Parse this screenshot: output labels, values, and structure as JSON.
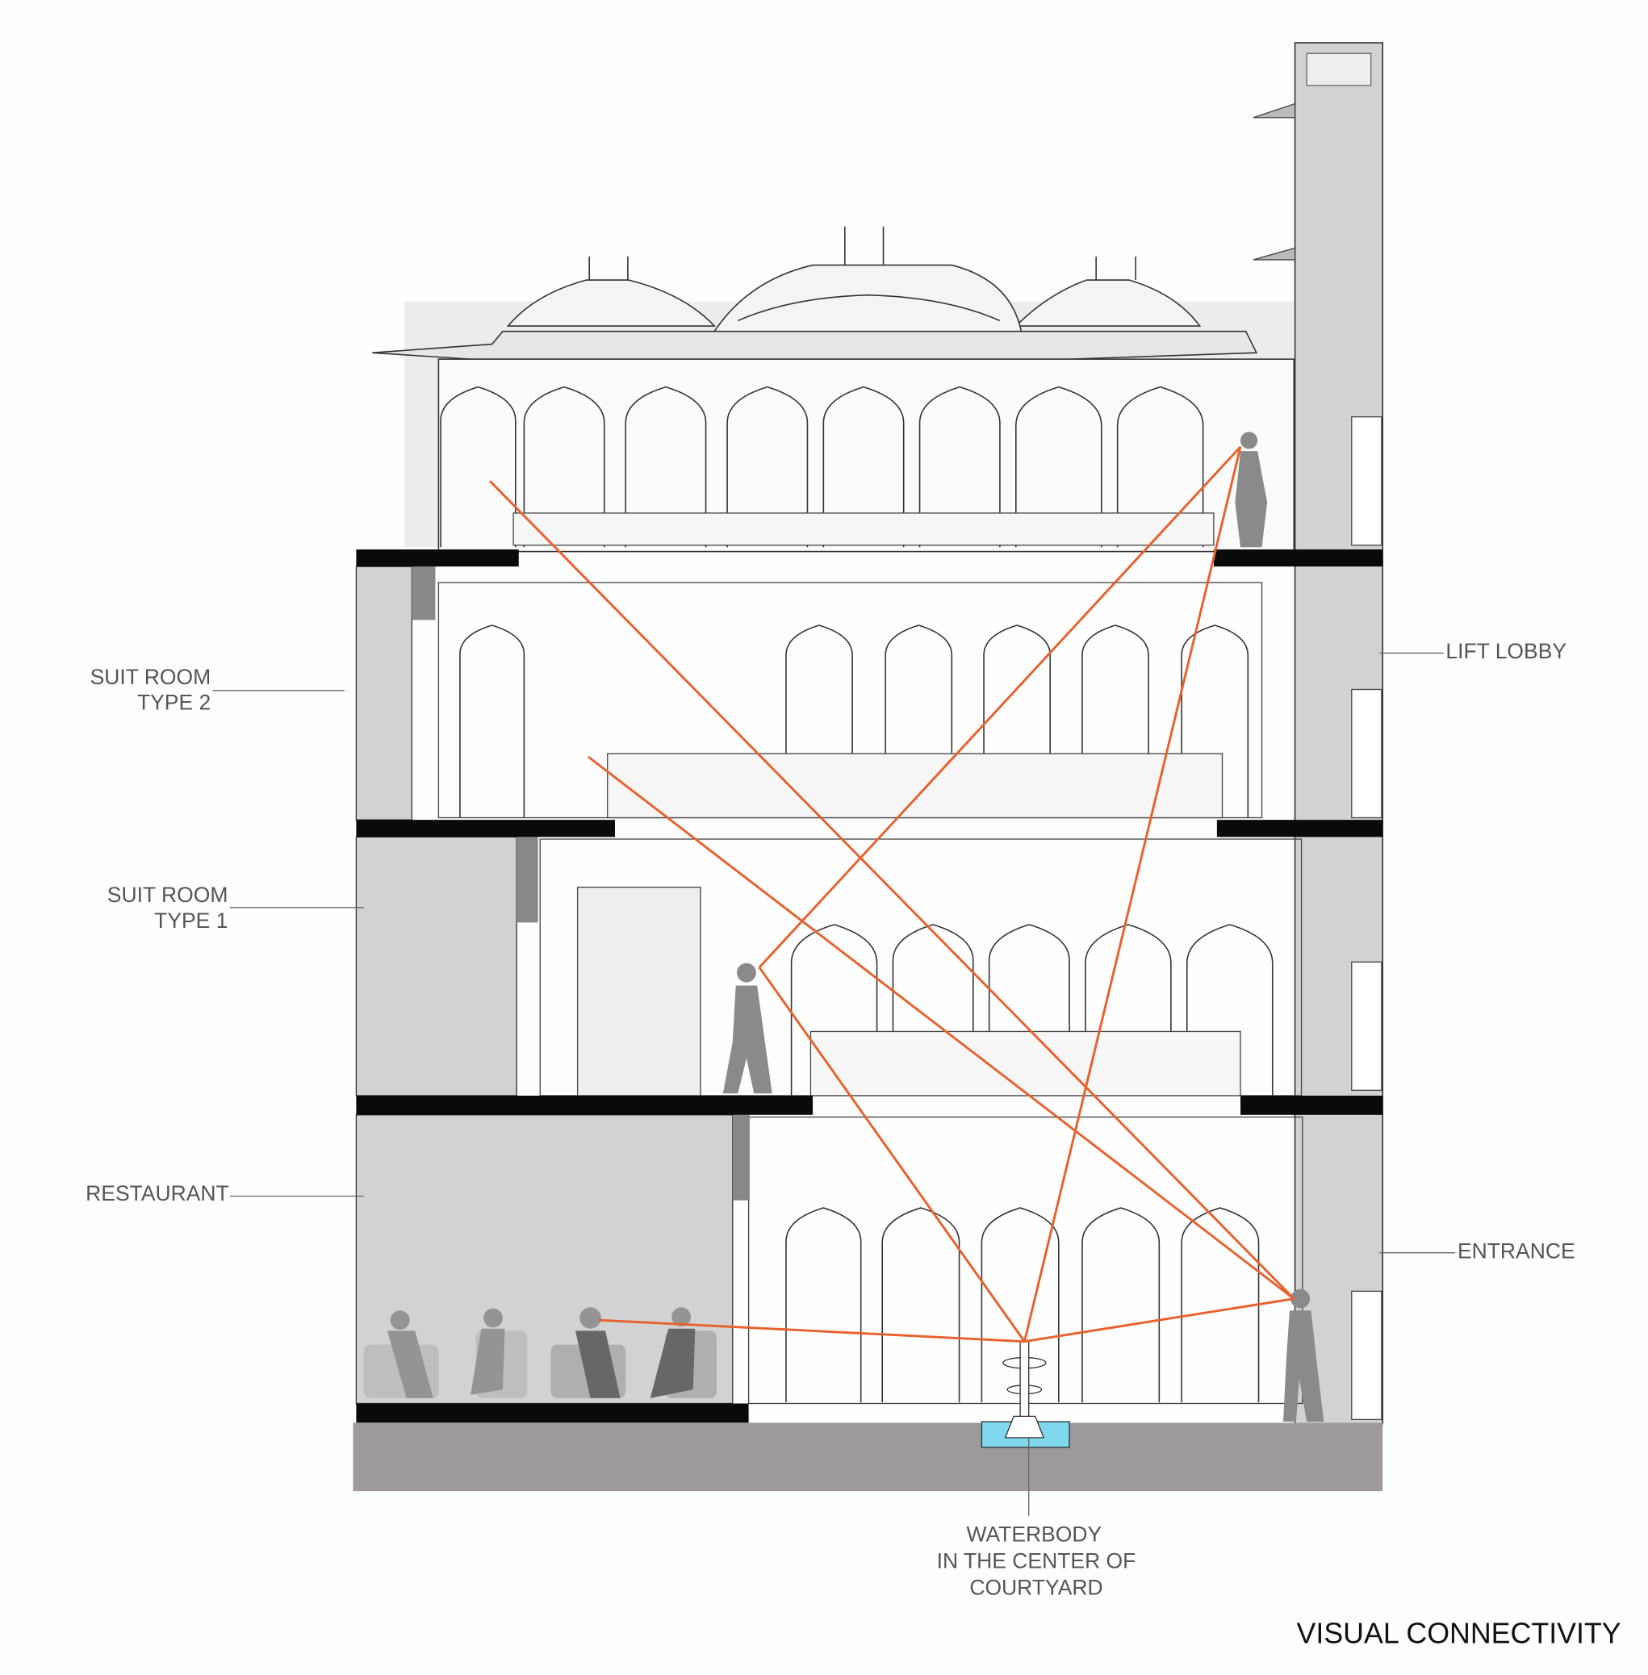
{
  "labels": {
    "suit_room_2": [
      "SUIT ROOM",
      "TYPE 2"
    ],
    "suit_room_1": [
      "SUIT ROOM",
      "TYPE 1"
    ],
    "restaurant": "RESTAURANT",
    "lift_lobby": "LIFT LOBBY",
    "entrance": "ENTRANCE",
    "waterbody": [
      "WATERBODY",
      "IN THE CENTER OF",
      "COURTYARD"
    ]
  },
  "title": "VISUAL CONNECTIVITY",
  "colors": {
    "sightline": "#e8602c",
    "wall": "#d2d2d4",
    "slab": "#0a0a0a",
    "ground": "#9e9a9a",
    "water": "#7fd8ee",
    "silhouette": "#8a8a8a"
  }
}
